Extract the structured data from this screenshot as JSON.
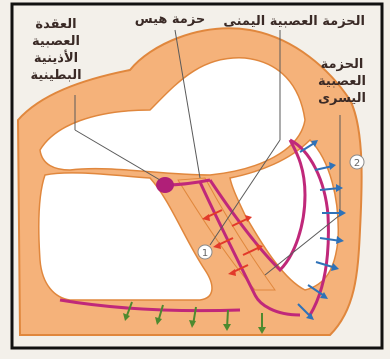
{
  "labels": {
    "av_node_line1": "العقدة",
    "av_node_line2": "العصبية",
    "av_node_line3": "الأذينية",
    "av_node_line4": "البطينية",
    "his_bundle": "حزمة هيس",
    "right_bundle_branch": "الحزمة العصبية اليمنى",
    "left_bundle_line1": "الحزمة",
    "left_bundle_line2": "العصبية",
    "left_bundle_line3": "اليسرى"
  },
  "markers": {
    "marker_1": "1",
    "marker_2": "2"
  },
  "colors": {
    "background": "#f3f0ea",
    "heart_fill": "#f5b27a",
    "heart_outline": "#e0873d",
    "chamber_fill": "#ffffff",
    "conduction_path": "#c0287a",
    "node": "#b01f78",
    "arrow_blue": "#2f72b8",
    "arrow_red": "#e23a2a",
    "arrow_green": "#4d8a2f",
    "leader_line": "#5a5a5a"
  }
}
